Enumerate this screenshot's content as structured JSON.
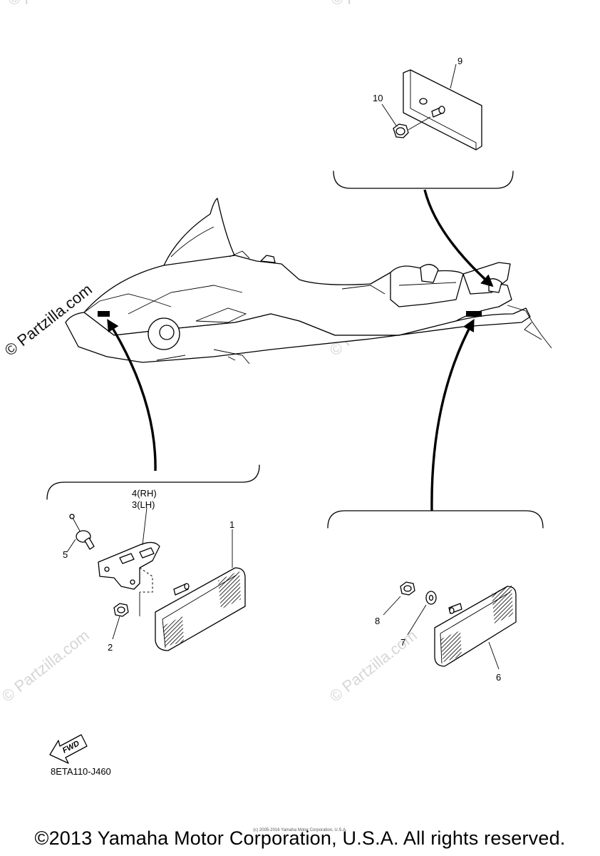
{
  "callouts": {
    "c1": "1",
    "c2": "2",
    "c3": "3(LH)",
    "c4": "4(RH)",
    "c5": "5",
    "c6": "6",
    "c7": "7",
    "c8": "8",
    "c9": "9",
    "c10": "10"
  },
  "fwd_label": "FWD",
  "diagram_code": "8ETA110-J460",
  "watermark": "© Partzilla.com",
  "watermark_corner": "© P",
  "small_copyright": "(c) 2005-2016 Yamaha Motor Corporation, U.S.A.",
  "copyright": "©2013 Yamaha Motor Corporation, U.S.A. All rights reserved."
}
